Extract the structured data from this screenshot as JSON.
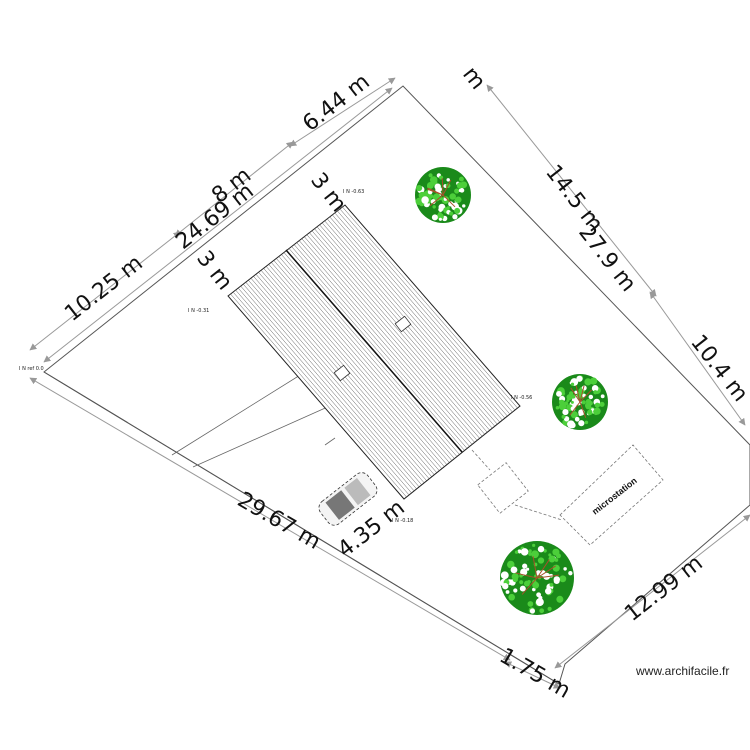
{
  "dimensions": {
    "top_left": "10.25 m",
    "top_mid": "24.69 m",
    "top_8": "8 m",
    "top_right": "6.44 m",
    "right_upper": "14.5 m",
    "right_mid": "27.9 m",
    "right_lower": "10.4 m",
    "right_top_cut": "m",
    "bottom_right": "12.99 m",
    "bottom_left": "29.67 m",
    "bottom_small": "1.75 m",
    "house_side_1": "3 m",
    "house_side_2": "3 m",
    "car_dim": "4.35 m"
  },
  "levels": {
    "ref": "I N ref 0.0",
    "left": "I N -0.31",
    "top": "I N -0.63",
    "right": "I N -0.56",
    "bottom": "I N -0.18"
  },
  "labels": {
    "microstation": "microstation"
  },
  "credit": "www.archifacile.fr",
  "colors": {
    "tree_dark": "#1a8a1a",
    "tree_light": "#4ccf3a",
    "tree_trunk": "#a5522a",
    "line": "#444444"
  }
}
